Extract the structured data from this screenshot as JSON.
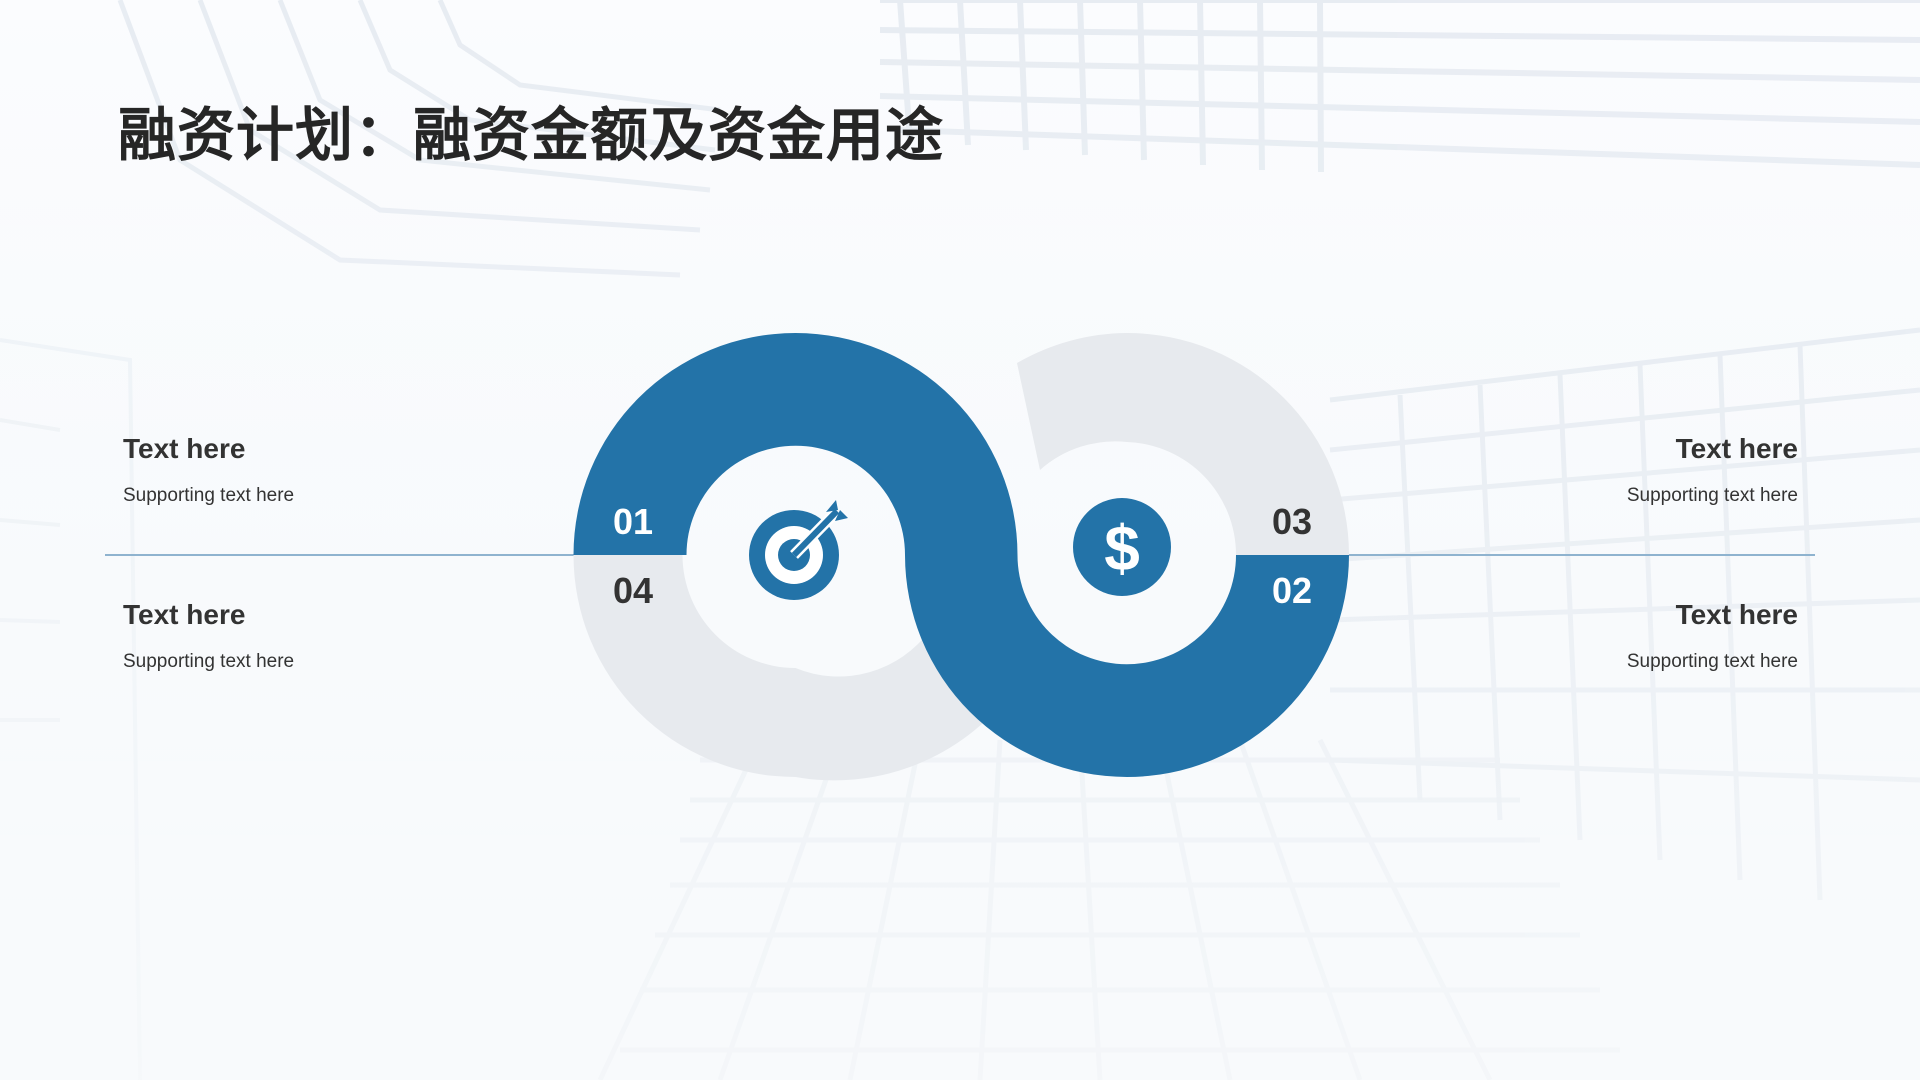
{
  "title": "融资计划：融资金额及资金用途",
  "colors": {
    "accent": "#2373a8",
    "ring_gray": "#e7eaee",
    "divider": "#8fb3cf",
    "text_dark": "#333333"
  },
  "steps": [
    {
      "number": "01",
      "icon": "target-icon"
    },
    {
      "number": "02",
      "icon": "dollar-icon"
    },
    {
      "number": "03"
    },
    {
      "number": "04"
    }
  ],
  "text_blocks": {
    "top_left": {
      "heading": "Text here",
      "supporting": "Supporting  text here"
    },
    "bottom_left": {
      "heading": "Text here",
      "supporting": "Supporting  text here"
    },
    "top_right": {
      "heading": "Text here",
      "supporting": "Supporting  text here"
    },
    "bottom_right": {
      "heading": "Text here",
      "supporting": "Supporting  text here"
    }
  }
}
